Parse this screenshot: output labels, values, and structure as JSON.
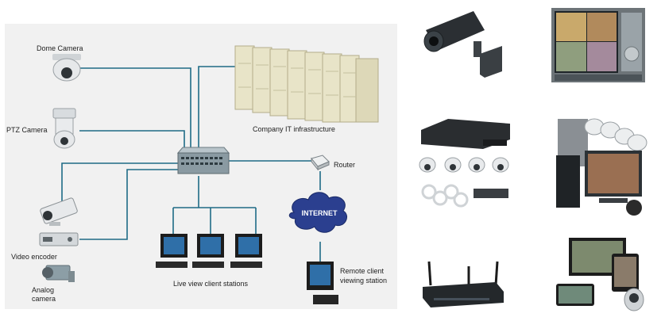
{
  "diagram": {
    "labels": {
      "dome_camera": "Dome Camera",
      "ptz_camera": "PTZ Camera",
      "company_it": "Company IT infrastructure",
      "router": "Router",
      "internet": "INTERNET",
      "video_encoder": "Video encoder",
      "analog_camera_1": "Analog",
      "analog_camera_2": "camera",
      "live_view": "Live view client stations",
      "remote_client_1": "Remote client",
      "remote_client_2": "viewing station"
    },
    "colors": {
      "link": "#1f6b86",
      "server": "#e8e4c8",
      "switch": "#8a9aa2",
      "cloud": "#2b3f8f",
      "panel_bg": "#f1f1f1"
    }
  },
  "product_photos": [
    {
      "name": "bullet-camera"
    },
    {
      "name": "dvr-monitor-screen"
    },
    {
      "name": "nvr-kit"
    },
    {
      "name": "cctv-system-bundle"
    },
    {
      "name": "wireless-router"
    },
    {
      "name": "mobile-devices"
    }
  ]
}
